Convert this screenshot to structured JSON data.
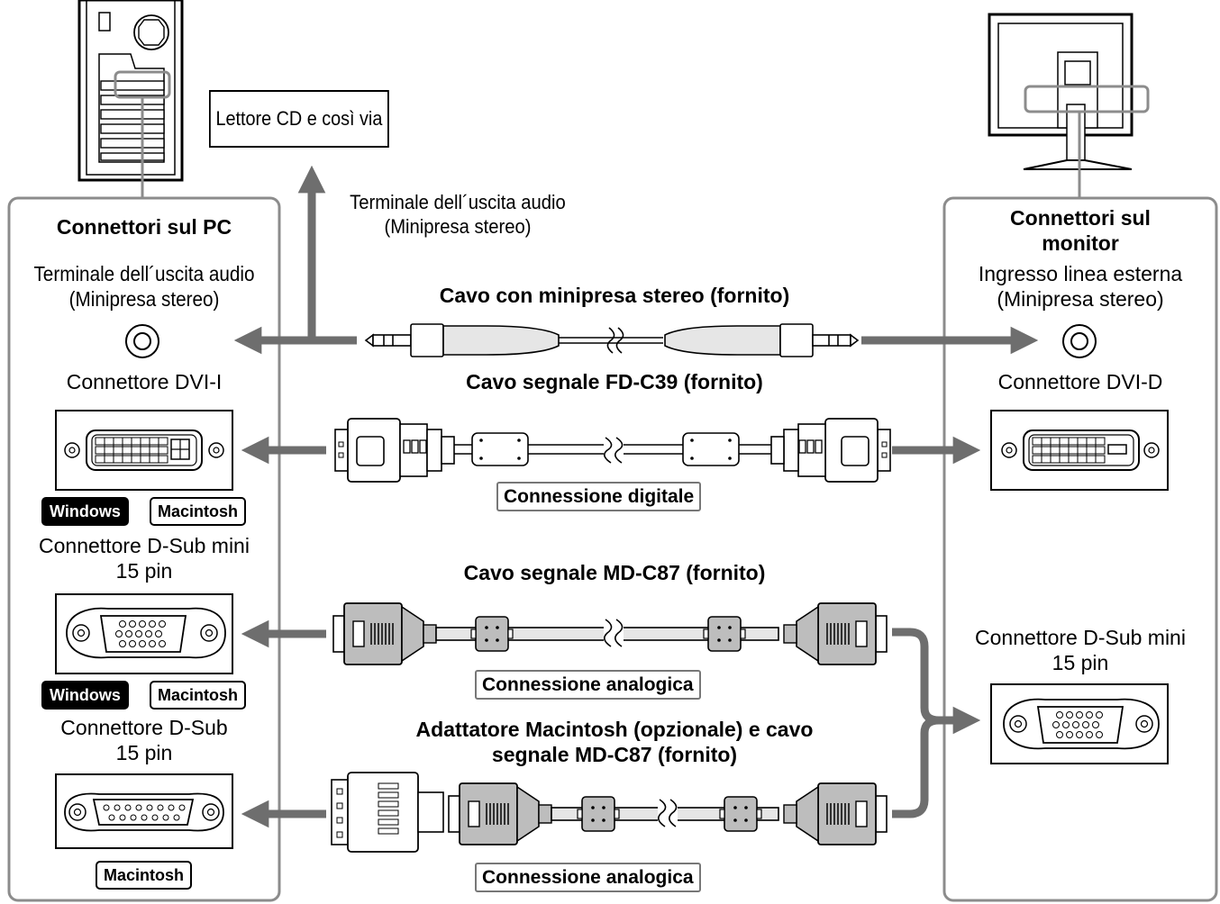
{
  "cd_box": "Lettore CD e così via",
  "audio_out_top": {
    "line1": "Terminale dell´uscita audio",
    "line2": "(Minipresa stereo)"
  },
  "pc": {
    "title": "Connettori sul PC",
    "audio_line1": "Terminale dell´uscita audio",
    "audio_line2": "(Minipresa stereo)",
    "dvi_i": "Connettore DVI-I",
    "dsub_mini_line1": "Connettore D-Sub mini",
    "dsub_mini_line2": "15 pin",
    "dsub_line1": "Connettore D-Sub",
    "dsub_line2": "15 pin"
  },
  "monitor": {
    "title_line1": "Connettori sul",
    "title_line2": "monitor",
    "audio_line1": "Ingresso linea esterna",
    "audio_line2": "(Minipresa stereo)",
    "dvi_d": "Connettore DVI-D",
    "dsub_mini_line1": "Connettore D-Sub mini",
    "dsub_mini_line2": "15 pin"
  },
  "cables": {
    "stereo": "Cavo con minipresa stereo (fornito)",
    "fd_c39": "Cavo segnale FD-C39 (fornito)",
    "md_c87": "Cavo segnale MD-C87 (fornito)",
    "adapter_line1": "Adattatore Macintosh (opzionale) e cavo",
    "adapter_line2": "segnale MD-C87 (fornito)"
  },
  "connections": {
    "digital": "Connessione digitale",
    "analog_1": "Connessione analogica",
    "analog_2": "Connessione analogica"
  },
  "badges": {
    "windows_1": "Windows",
    "macintosh_1": "Macintosh",
    "windows_2": "Windows",
    "macintosh_2": "Macintosh",
    "macintosh_3": "Macintosh"
  },
  "colors": {
    "arrow": "#6e6e6e",
    "panel_border": "#8c8c8c",
    "cable_fill": "#e6e6e6",
    "vga_fill": "#bdbdbd"
  }
}
